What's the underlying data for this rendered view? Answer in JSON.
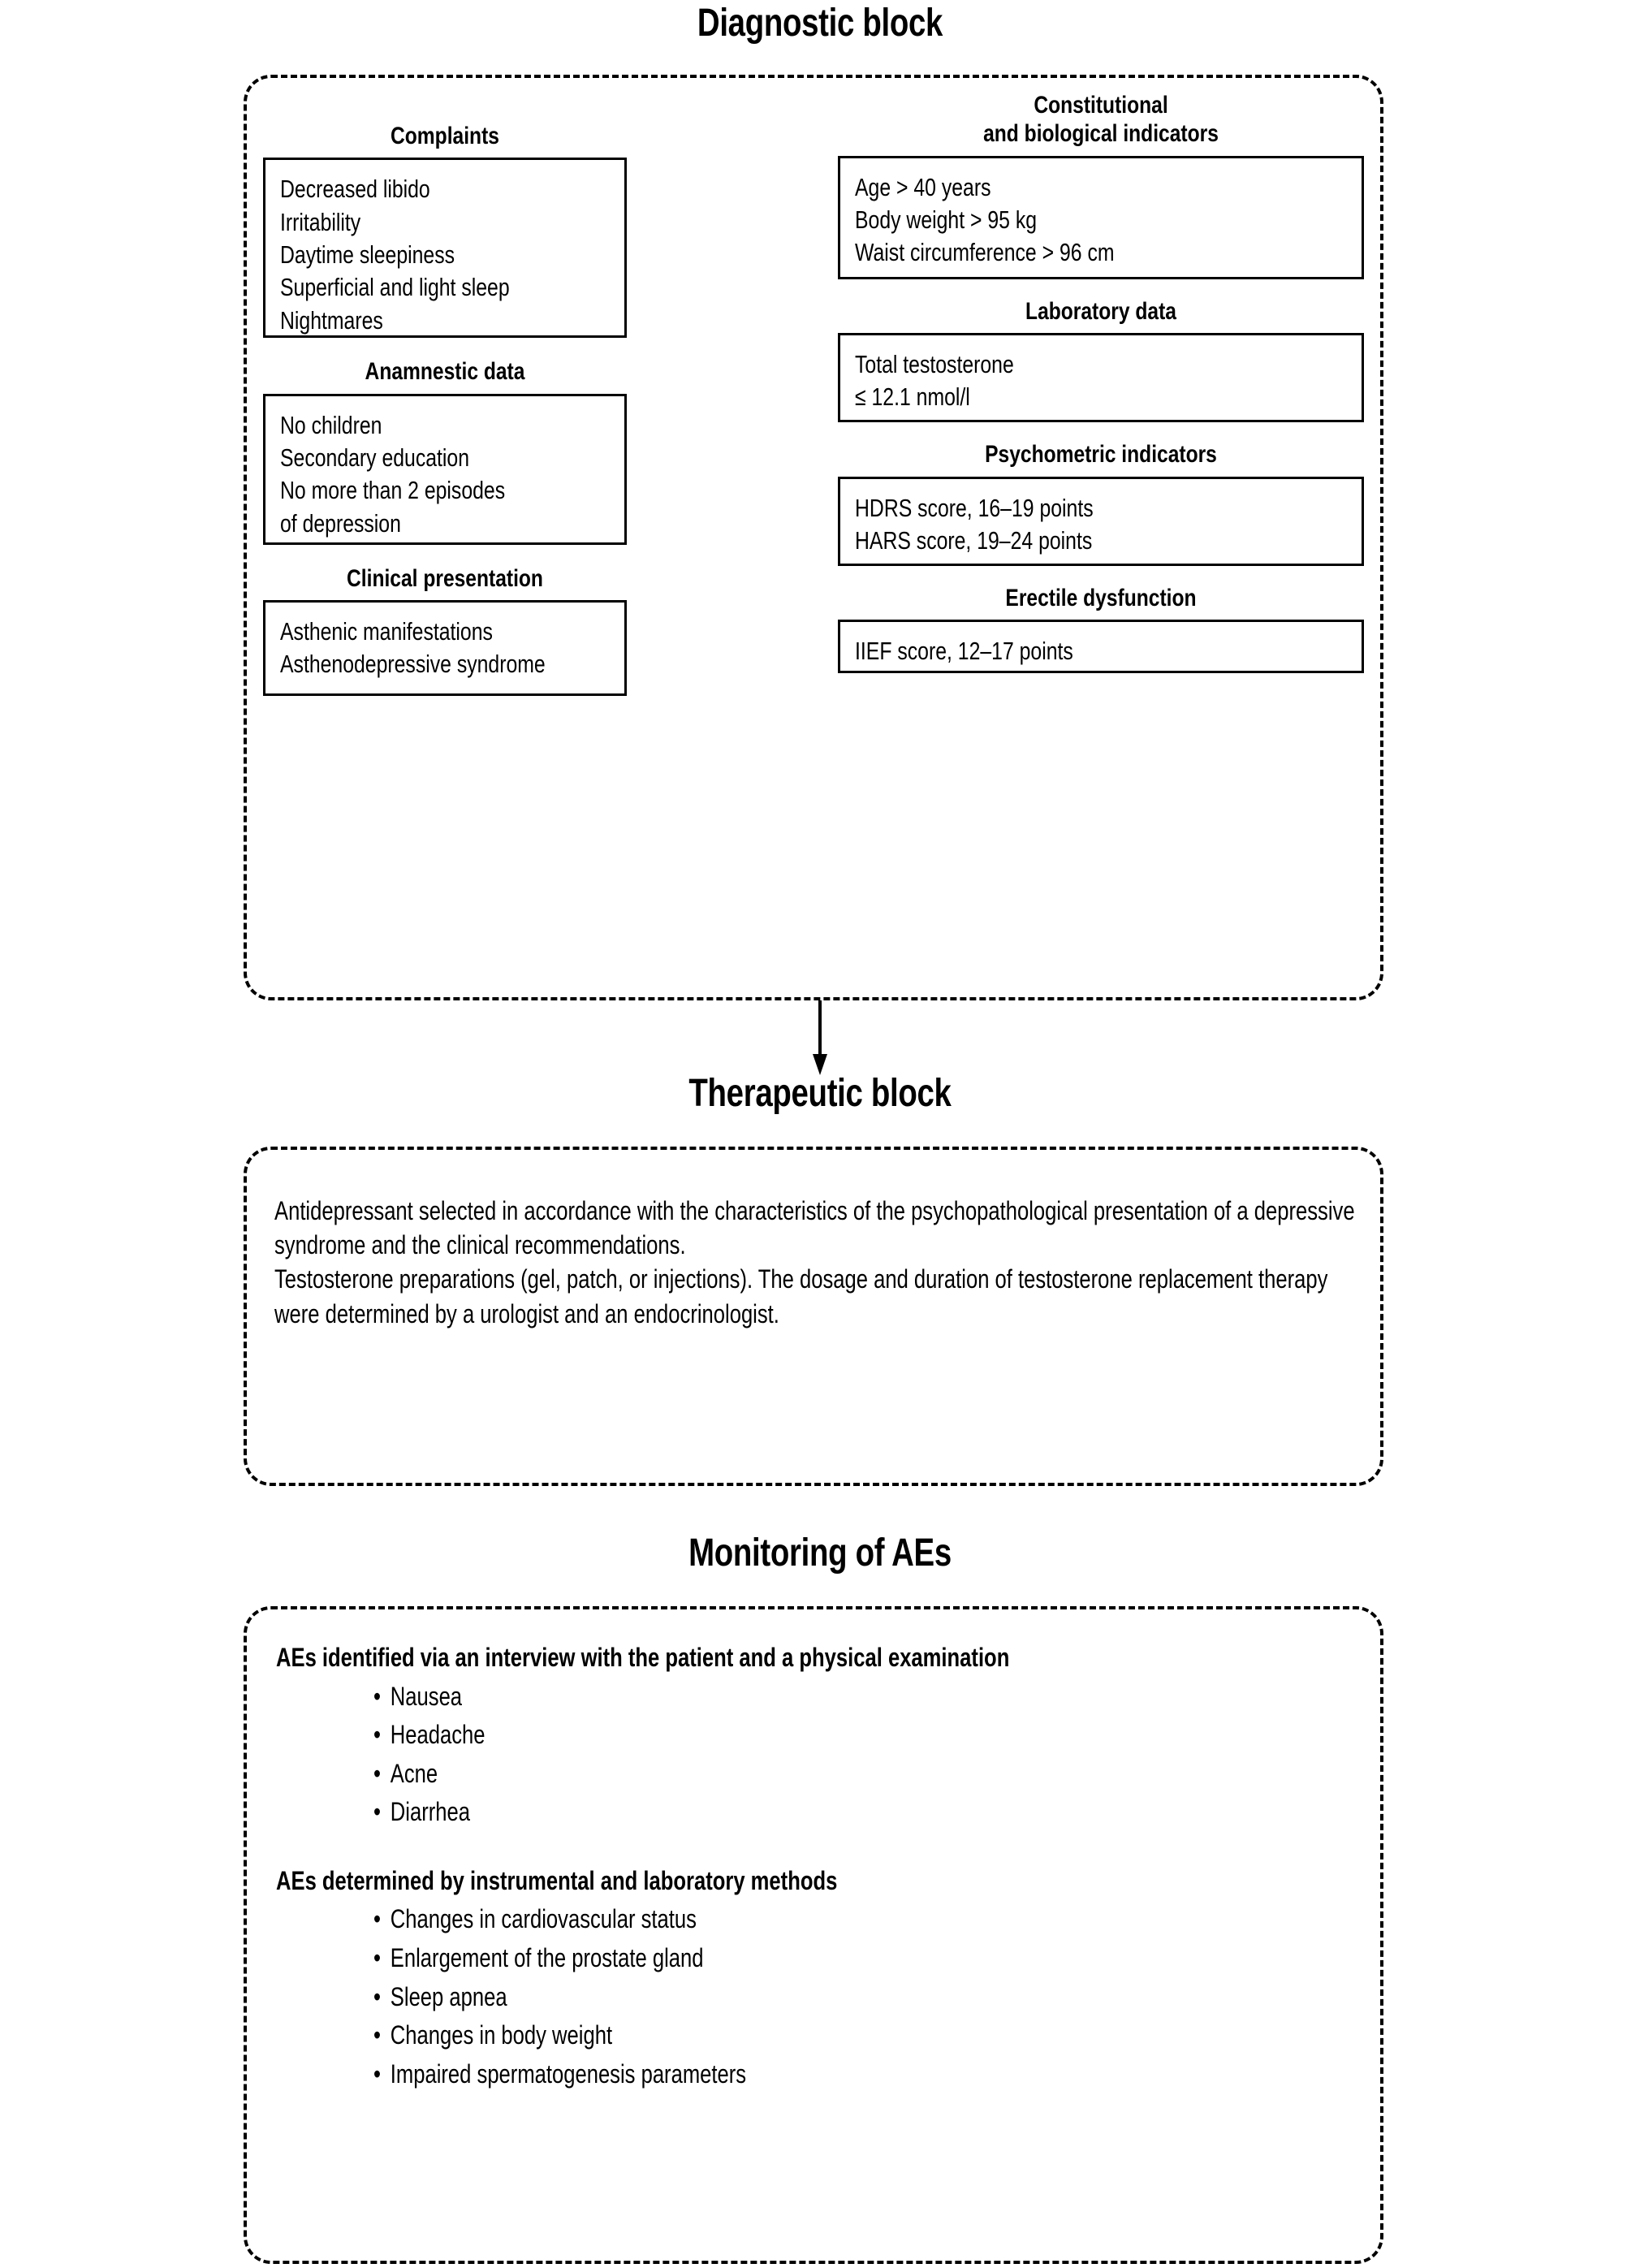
{
  "sections": {
    "diagnostic": {
      "title": "Diagnostic block",
      "left_column": [
        {
          "label": "Complaints",
          "items": [
            "Decreased libido",
            "Irritability",
            "Daytime sleepiness",
            "Superficial and light sleep",
            "Nightmares"
          ]
        },
        {
          "label": "Anamnestic data",
          "items": [
            "No children",
            "Secondary education",
            "No more than 2 episodes",
            "of depression"
          ]
        },
        {
          "label": "Clinical presentation",
          "items": [
            "Asthenic manifestations",
            "Asthenodepressive syndrome"
          ]
        }
      ],
      "right_column": [
        {
          "label": "Constitutional\nand biological indicators",
          "items": [
            "Age > 40 years",
            "Body weight > 95 kg",
            "Waist circumference > 96 cm"
          ]
        },
        {
          "label": "Laboratory data",
          "items": [
            "Total testosterone",
            "≤ 12.1 nmol/l"
          ]
        },
        {
          "label": "Psychometric indicators",
          "items": [
            "HDRS score, 16–19 points",
            "HARS score, 19–24 points"
          ]
        },
        {
          "label": "Erectile dysfunction",
          "items": [
            "IIEF score, 12–17 points"
          ]
        }
      ]
    },
    "therapeutic": {
      "title": "Therapeutic block",
      "paragraphs": [
        "Antidepressant selected in accordance with the characteristics of the psychopathological presentation of a depressive syndrome and the clinical recommendations.",
        "Testosterone preparations (gel, patch, or injections). The dosage and duration of testosterone replacement therapy were determined by a urologist and an endocrinologist."
      ]
    },
    "monitoring": {
      "title": "Monitoring of AEs",
      "groups": [
        {
          "heading": "AEs identified via an interview with the patient and a physical examination",
          "items": [
            "Nausea",
            "Headache",
            "Acne",
            "Diarrhea"
          ]
        },
        {
          "heading": "AEs determined by instrumental and laboratory methods",
          "items": [
            "Changes in cardiovascular status",
            "Enlargement of the prostate gland",
            "Sleep apnea",
            "Changes in body weight",
            "Impaired spermatogenesis parameters"
          ]
        }
      ]
    }
  },
  "bullet_glyph": "•",
  "colors": {
    "ink": "#000000",
    "background": "#ffffff"
  }
}
